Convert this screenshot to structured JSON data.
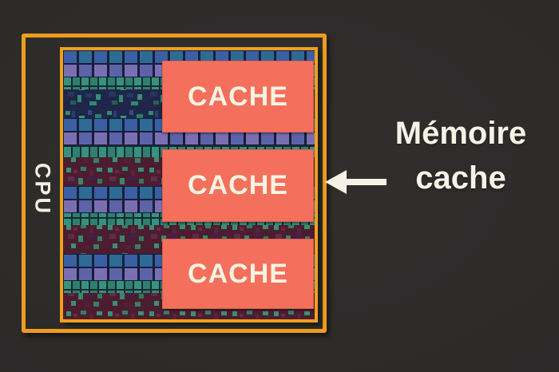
{
  "diagram": {
    "cpu_label": "CPU",
    "annotation": {
      "label": "Mémoire\ncache",
      "arrow_icon": "left-arrow"
    },
    "cache_blocks": [
      {
        "label": "CACHE"
      },
      {
        "label": "CACHE"
      },
      {
        "label": "CACHE"
      }
    ],
    "colors": {
      "background": "#2d2c2b",
      "package_outline_orange": "#ee9c1e",
      "die_frame_orange": "#f0a01e",
      "cache_fill": "#f4705c",
      "label_cream": "#f6f2e6",
      "die_blue": "#3a5fa3",
      "die_purple": "#7b6fb4",
      "die_teal": "#37917c",
      "die_navy": "#20264a",
      "die_maroon": "#4c1d30"
    }
  }
}
